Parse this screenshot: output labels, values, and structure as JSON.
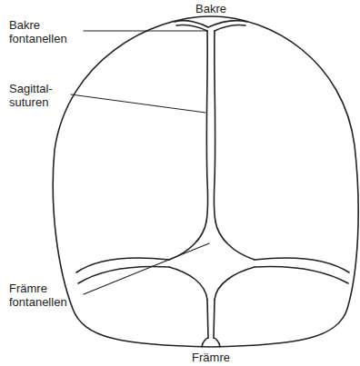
{
  "diagram": {
    "labels": [
      "Bakre",
      "Bakre fontanellen",
      "Sagittal- suturen",
      "Främre fontanellen",
      "Främre"
    ]
  }
}
